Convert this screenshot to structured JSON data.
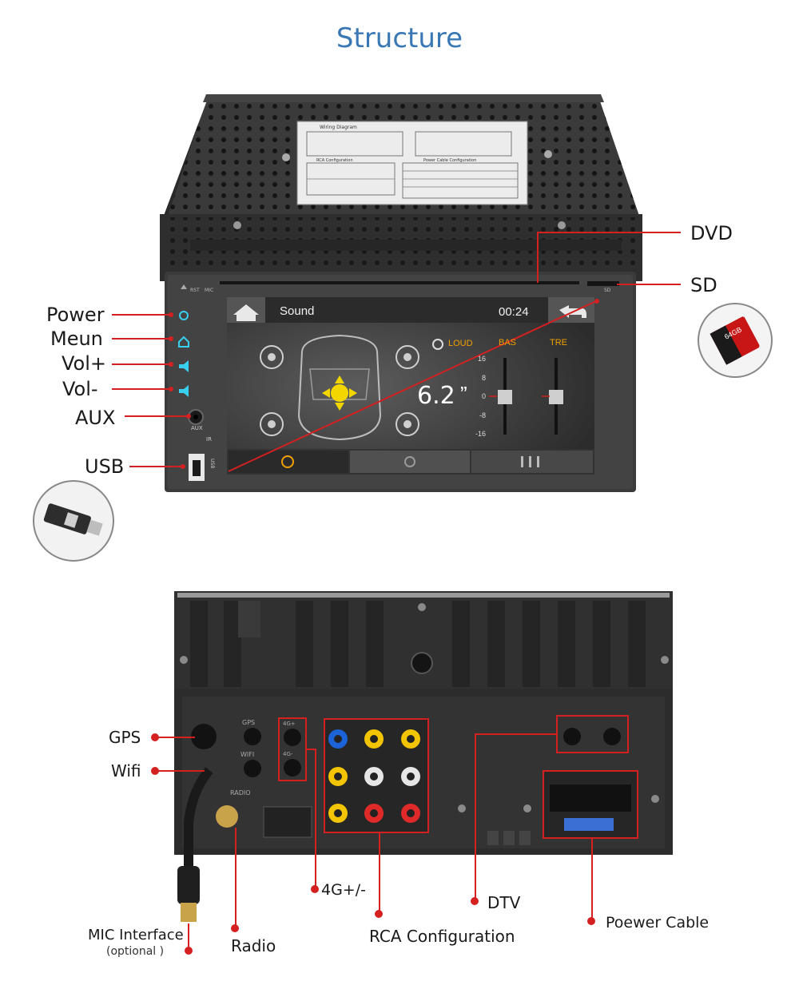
{
  "title": "Structure",
  "front_labels": {
    "power": "Power",
    "menu": "Meun",
    "vol_up": "Vol+",
    "vol_down": "Vol-",
    "aux": "AUX",
    "usb": "USB",
    "dvd": "DVD",
    "sd": "SD"
  },
  "panel_text": {
    "rst": "RST",
    "mic": "MIC",
    "aux": "AUX",
    "ir": "IR",
    "usb": "USB",
    "sd": "SD"
  },
  "screen": {
    "header_title": "Sound",
    "time": "00:24",
    "loud": "LOUD",
    "bas": "BAS",
    "tre": "TRE",
    "scale": [
      "16",
      "8",
      "0",
      "-8",
      "-16"
    ],
    "size": "6.2",
    "inch_mark": "”"
  },
  "label_sheet": {
    "header": "Wiring Diagram",
    "rca": "RCA Configuration",
    "power": "Power Cable Configuration"
  },
  "sd_card": {
    "capacity": "64GB"
  },
  "rear_labels": {
    "gps": "GPS",
    "wifi": "Wifi",
    "g4": "4G+/-",
    "dtv": "DTV",
    "rca": "RCA Configuration",
    "power_cable": "Poewer Cable",
    "mic": "MIC Interface",
    "mic_note": "(optional )",
    "radio": "Radio"
  },
  "rear_panel_text": {
    "gps": "GPS",
    "wifi": "WIFI",
    "g4p": "4G+",
    "g4m": "4G-",
    "radio": "RADIO"
  }
}
